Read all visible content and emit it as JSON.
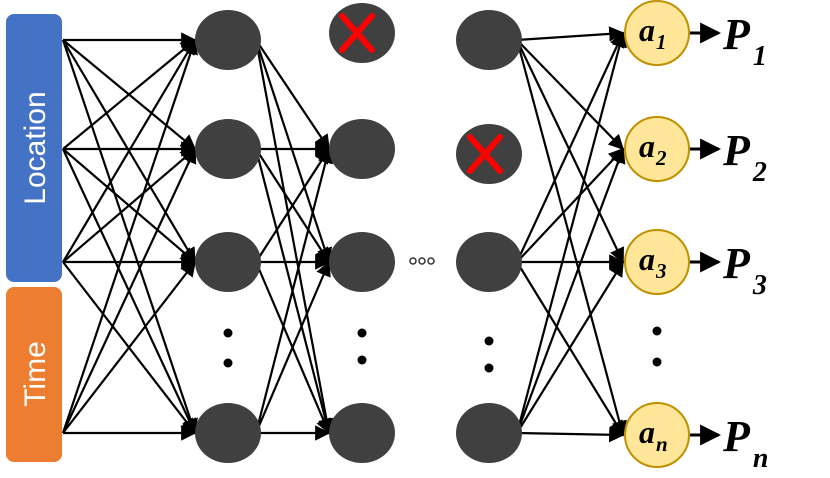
{
  "inputs": {
    "location_label": "Location",
    "time_label": "Time",
    "location_color": "#4472c4",
    "time_color": "#ed7d31"
  },
  "network": {
    "neuron_color": "#404040",
    "dropout_mark_color": "#ff0000",
    "output_fill": "#ffe699",
    "output_stroke": "#bf9000",
    "outputs": [
      {
        "activation": "a",
        "sub": "1",
        "prob": "P",
        "prob_sub": "1"
      },
      {
        "activation": "a",
        "sub": "2",
        "prob": "P",
        "prob_sub": "2"
      },
      {
        "activation": "a",
        "sub": "3",
        "prob": "P",
        "prob_sub": "3"
      },
      {
        "activation": "a",
        "sub": "n",
        "prob": "P",
        "prob_sub": "n"
      }
    ]
  }
}
